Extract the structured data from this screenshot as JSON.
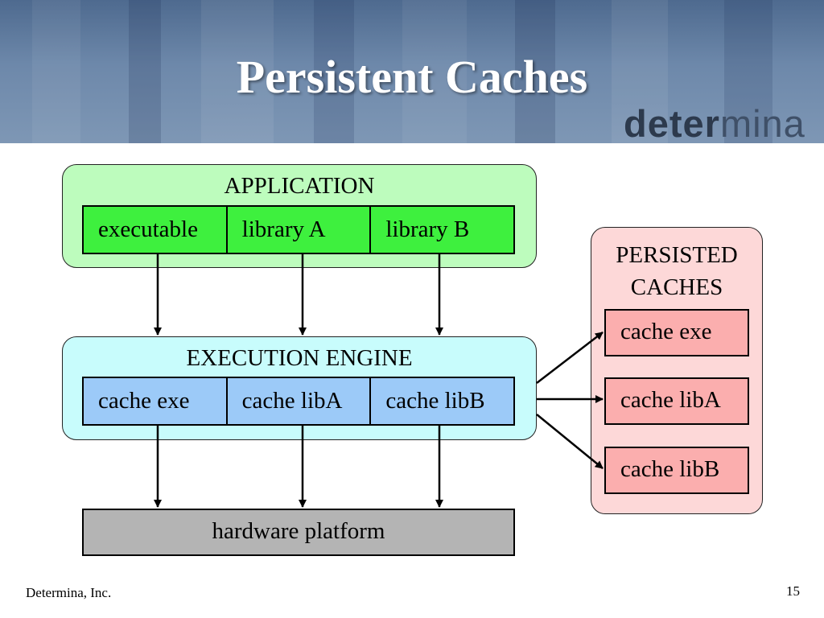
{
  "slide": {
    "title": "Persistent Caches",
    "logo": {
      "part1": "deter",
      "part2": "mina"
    },
    "footer": "Determina, Inc.",
    "page_number": "15"
  },
  "diagram": {
    "application": {
      "label": "APPLICATION",
      "cells": [
        "executable",
        "library A",
        "library B"
      ]
    },
    "execution_engine": {
      "label": "EXECUTION ENGINE",
      "cells": [
        "cache exe",
        "cache libA",
        "cache libB"
      ]
    },
    "hardware": {
      "label": "hardware platform"
    },
    "persisted_caches": {
      "label_line1": "PERSISTED",
      "label_line2": "CACHES",
      "items": [
        "cache exe",
        "cache libA",
        "cache libB"
      ]
    }
  },
  "colors": {
    "app_panel": "#bdfcbd",
    "app_cells": "#3ef03e",
    "engine_panel": "#c8fcfc",
    "engine_cells": "#9ccaf8",
    "hardware": "#b4b4b4",
    "persisted_panel": "#fdd8d8",
    "persisted_items": "#fbaeae"
  }
}
